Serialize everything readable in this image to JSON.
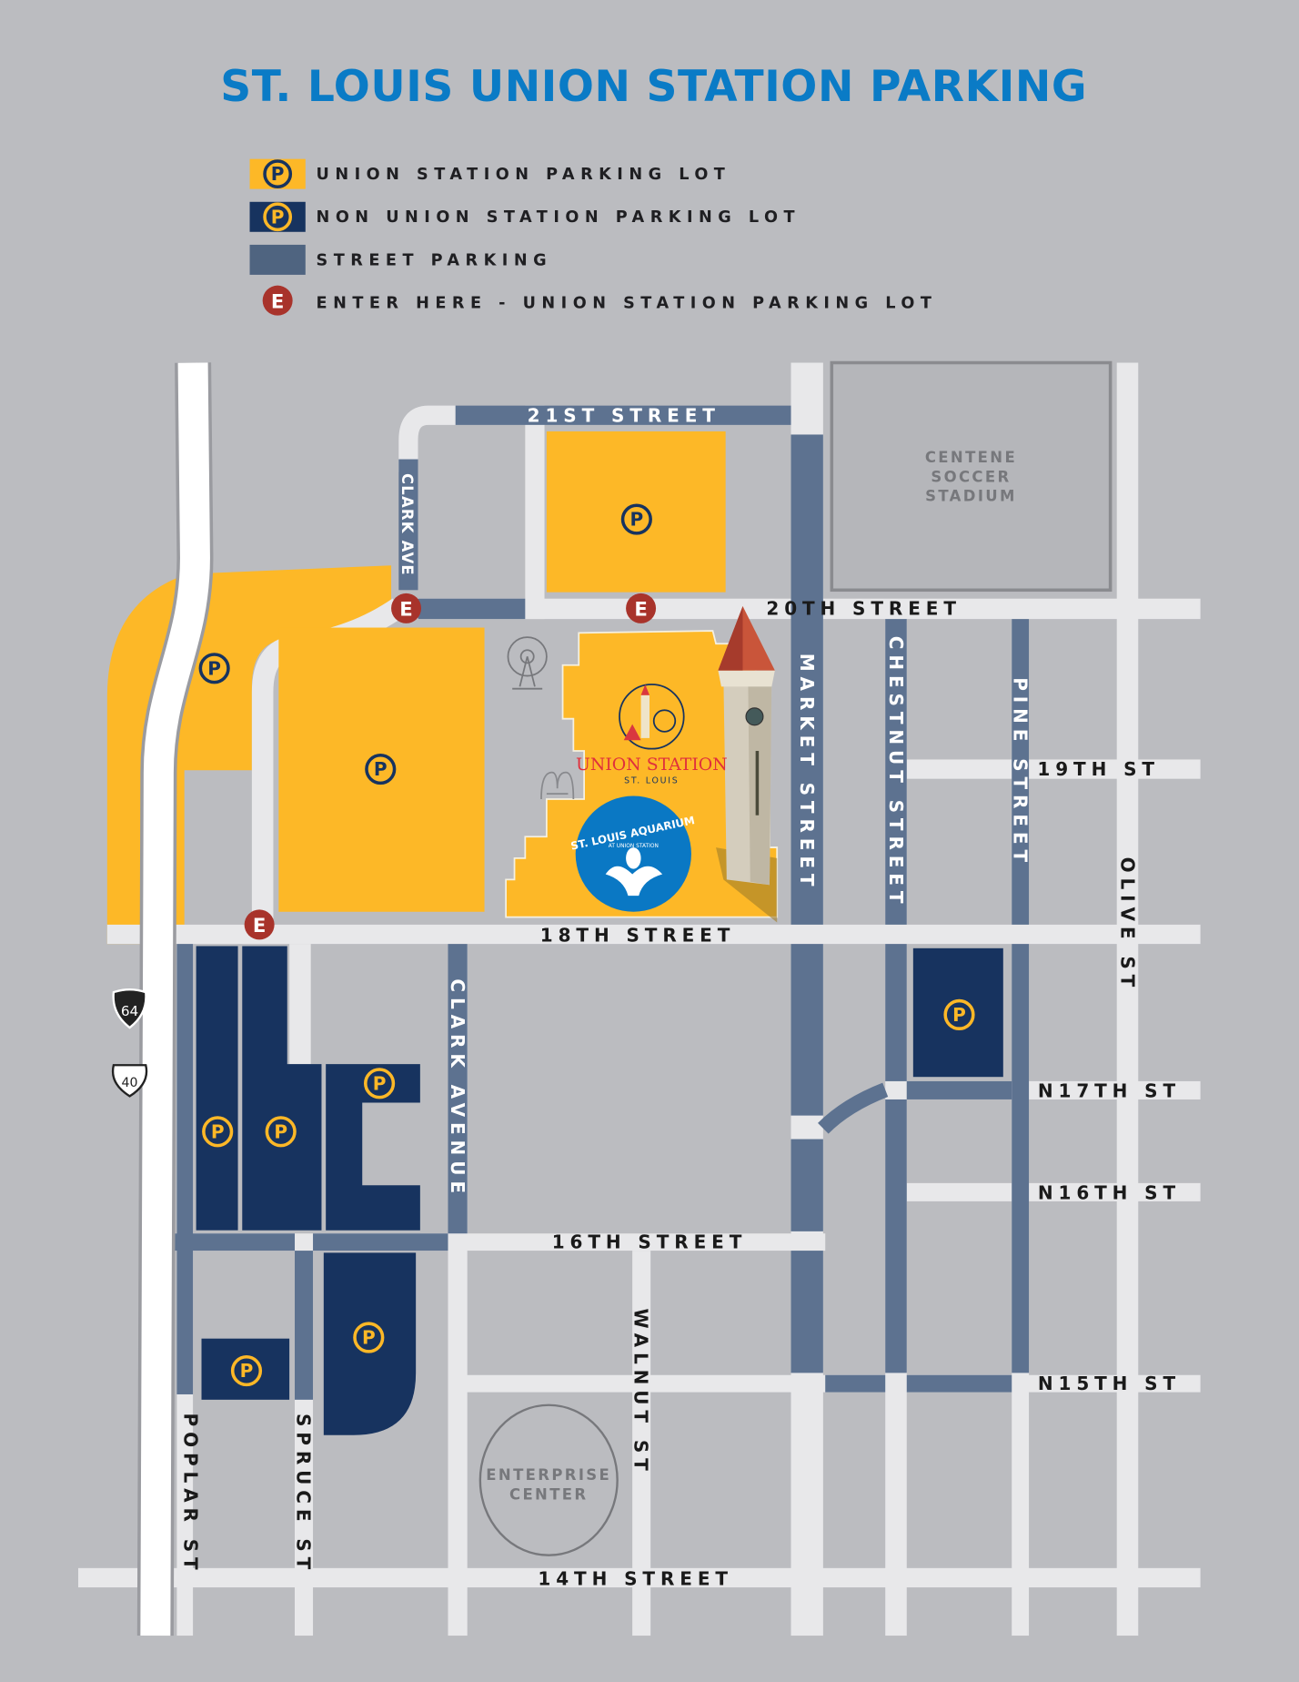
{
  "title": "ST. LOUIS UNION STATION PARKING",
  "colors": {
    "background": "#bbbcc0",
    "union_lot": "#fdb827",
    "non_union_lot": "#17335f",
    "street_parking": "#5d7290",
    "road": "#e8e8ea",
    "entrance": "#a8332b",
    "title": "#0a7bc6"
  },
  "legend": [
    {
      "label": "UNION STATION PARKING LOT",
      "icon": "parking-icon"
    },
    {
      "label": "NON UNION STATION PARKING LOT",
      "icon": "parking-icon"
    },
    {
      "label": "STREET PARKING"
    },
    {
      "label": "ENTER HERE - UNION STATION PARKING LOT",
      "icon": "entrance-icon"
    }
  ],
  "parking_symbol": "P",
  "entrance_symbol": "E",
  "streets": {
    "s21": "21ST STREET",
    "s20": "20TH STREET",
    "s19": "19TH ST",
    "s18": "18TH STREET",
    "n17": "N17TH ST",
    "n16": "N16TH ST",
    "s16": "16TH STREET",
    "n15": "N15TH ST",
    "s14": "14TH STREET",
    "clark_ave": "CLARK AVE",
    "clark_avenue": "CLARK AVENUE",
    "market": "MARKET STREET",
    "chestnut": "CHESTNUT STREET",
    "pine": "PINE STREET",
    "olive": "OLIVE ST",
    "walnut": "WALNUT ST",
    "poplar": "POPLAR ST",
    "spruce": "SPRUCE ST"
  },
  "venues": {
    "stadium": [
      "CENTENE",
      "SOCCER",
      "STADIUM"
    ],
    "enterprise": [
      "ENTERPRISE",
      "CENTER"
    ]
  },
  "highways": [
    "64",
    "40"
  ],
  "logos": {
    "union_station": "UNION STATION",
    "union_station_sub": "ST. LOUIS",
    "aquarium": "ST. LOUIS AQUARIUM",
    "aquarium_sub": "AT UNION STATION"
  }
}
